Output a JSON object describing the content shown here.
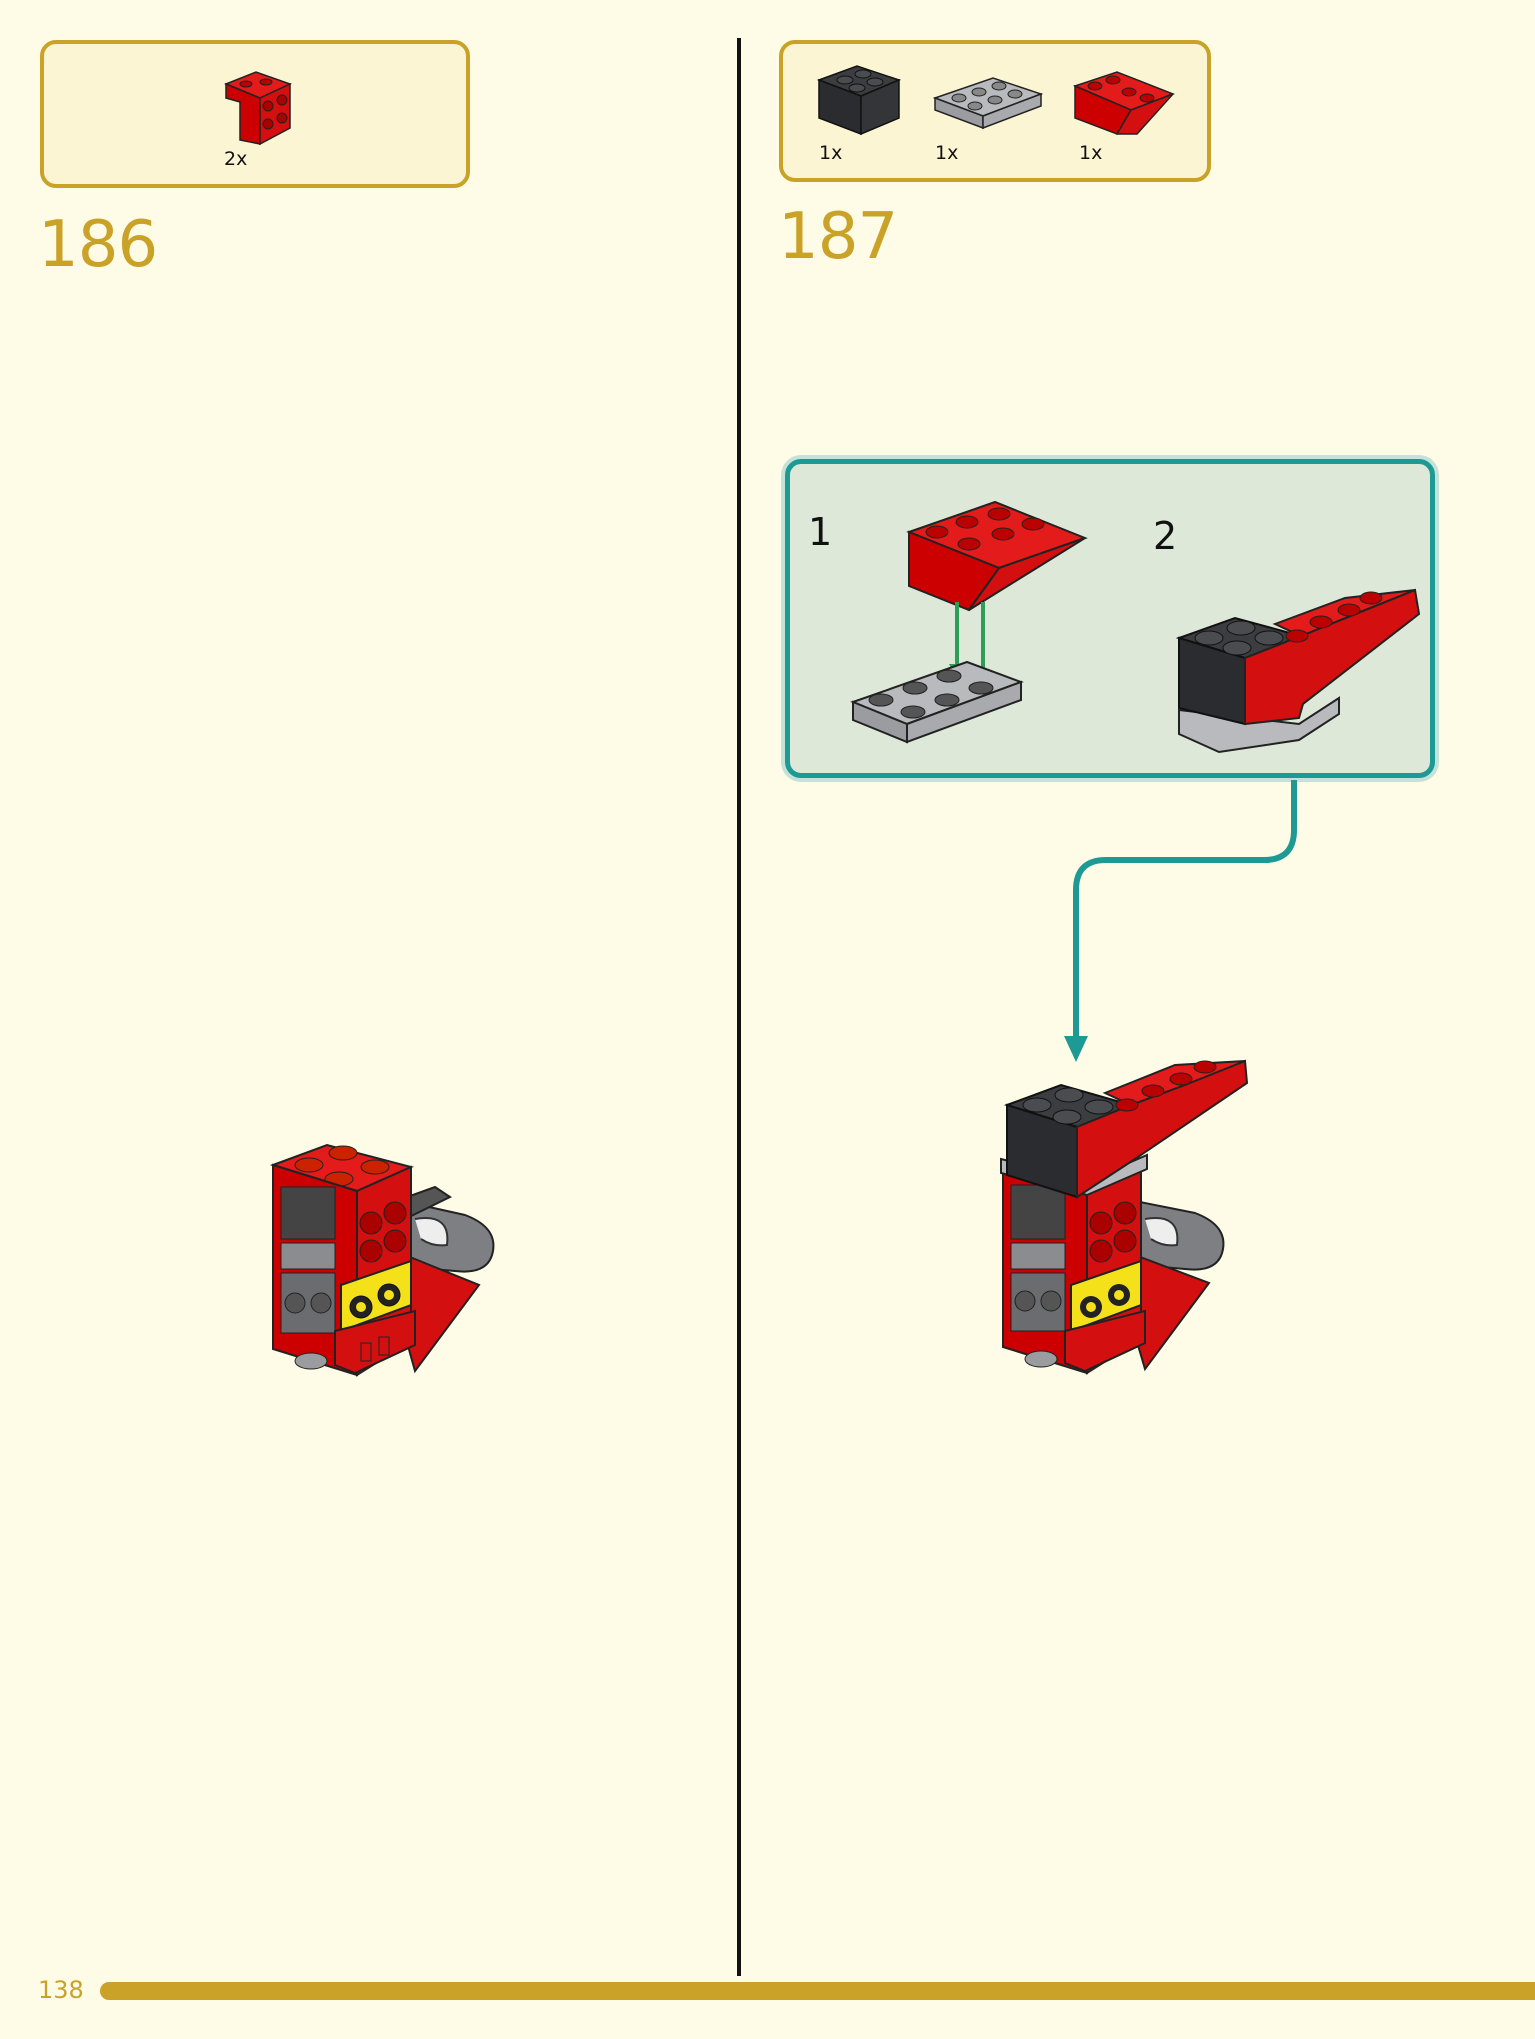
{
  "page": {
    "number": "138",
    "accent_color": "#c9a227",
    "callout_color": "#1e9a95"
  },
  "step186": {
    "number": "186",
    "parts": [
      {
        "qty": "2x",
        "icon": "red-bracket-brick-icon"
      }
    ]
  },
  "step187": {
    "number": "187",
    "parts": [
      {
        "qty": "1x",
        "icon": "black-2x2-brick-icon"
      },
      {
        "qty": "1x",
        "icon": "gray-2x3-plate-icon"
      },
      {
        "qty": "1x",
        "icon": "red-inverted-slope-icon"
      }
    ],
    "substeps": [
      {
        "number": "1"
      },
      {
        "number": "2"
      }
    ]
  }
}
